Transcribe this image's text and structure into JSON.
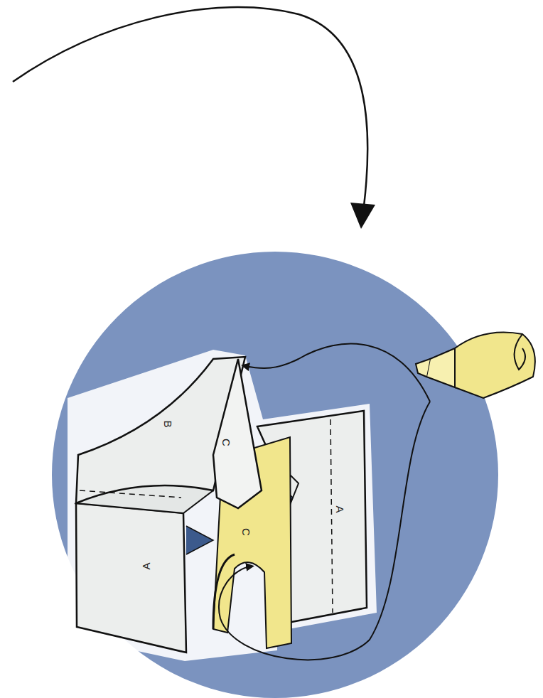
{
  "diagram": {
    "labels": [
      "B",
      "C",
      "A",
      "A",
      "C"
    ]
  }
}
